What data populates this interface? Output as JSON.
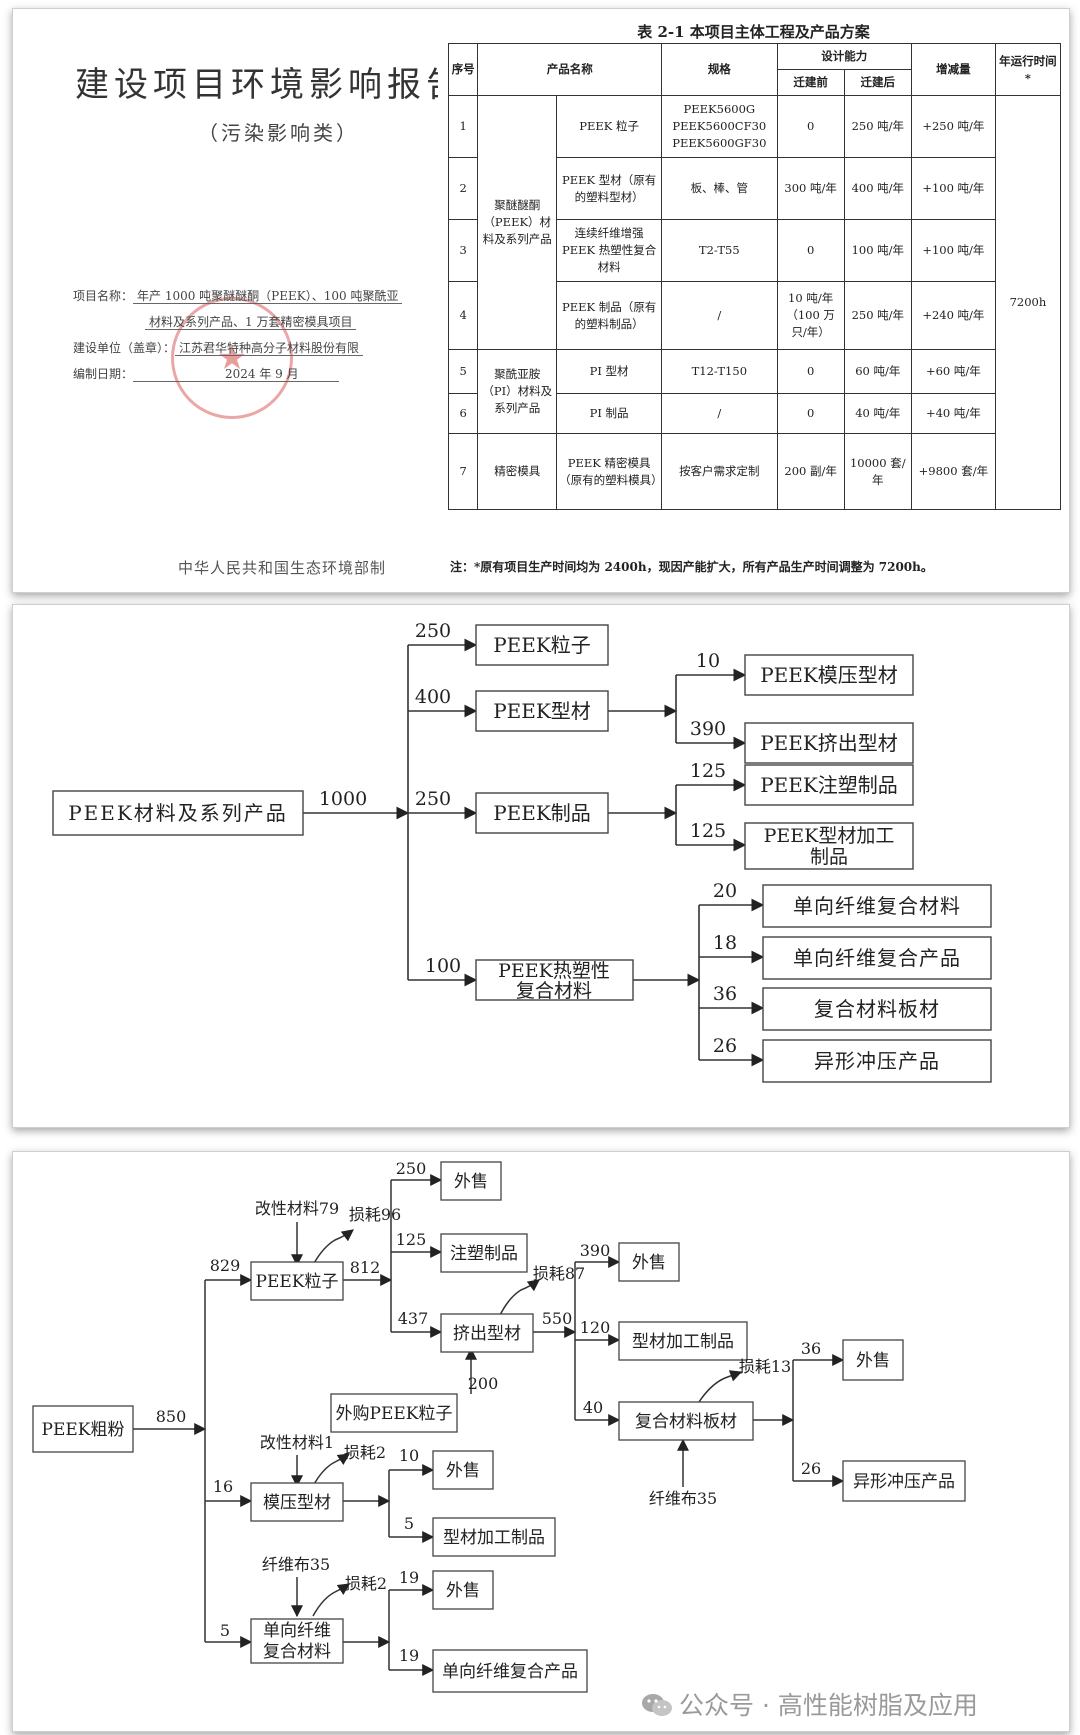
{
  "cover": {
    "title": "建设项目环境影响报告",
    "subtitle": "（污染影响类）",
    "project_name_label": "项目名称：",
    "project_name_line1": "年产 1000 吨聚醚醚酮（PEEK）、100 吨聚酰亚",
    "project_name_line2": "材料及系列产品、1 万套精密模具项目",
    "unit_label": "建设单位（盖章）：",
    "unit_value": "江苏君华特种高分子材料股份有限",
    "date_label": "编制日期：",
    "date_value": "2024 年 9 月",
    "footer": "中华人民共和国生态环境部制"
  },
  "table": {
    "title": "表 2-1   本项目主体工程及产品方案",
    "headers": {
      "no": "序号",
      "name": "产品名称",
      "spec": "规格",
      "capacity": "设计能力",
      "before": "迁建前",
      "after": "迁建后",
      "change": "增减量",
      "hours": "年运行时间*"
    },
    "groups": {
      "peek": "聚醚醚酮（PEEK）材料及系列产品",
      "pi": "聚酰亚胺（PI）材料及系列产品",
      "mold": "精密模具"
    },
    "hours_value": "7200h",
    "rows": [
      {
        "no": "1",
        "product": "PEEK 粒子",
        "spec": "PEEK5600G PEEK5600CF30 PEEK5600GF30",
        "before": "0",
        "after": "250 吨/年",
        "change": "+250 吨/年"
      },
      {
        "no": "2",
        "product": "PEEK 型材（原有的塑料型材）",
        "spec": "板、棒、管",
        "before": "300 吨/年",
        "after": "400 吨/年",
        "change": "+100 吨/年"
      },
      {
        "no": "3",
        "product": "连续纤维增强 PEEK 热塑性复合材料",
        "spec": "T2-T55",
        "before": "0",
        "after": "100 吨/年",
        "change": "+100 吨/年"
      },
      {
        "no": "4",
        "product": "PEEK 制品（原有的塑料制品）",
        "spec": "/",
        "before": "10 吨/年（100 万只/年）",
        "after": "250 吨/年",
        "change": "+240 吨/年"
      },
      {
        "no": "5",
        "product": "PI 型材",
        "spec": "T12-T150",
        "before": "0",
        "after": "60 吨/年",
        "change": "+60 吨/年"
      },
      {
        "no": "6",
        "product": "PI 制品",
        "spec": "/",
        "before": "0",
        "after": "40 吨/年",
        "change": "+40 吨/年"
      },
      {
        "no": "7",
        "product": "PEEK 精密模具（原有的塑料模具）",
        "spec": "按客户需求定制",
        "before": "200 副/年",
        "after": "10000 套/年",
        "change": "+9800 套/年"
      }
    ],
    "note": "注：*原有项目生产时间均为 2400h，现因产能扩大，所有产品生产时间调整为 7200h。"
  },
  "diagram1": {
    "root": "PEEK材料及系列产品",
    "root_value": "1000",
    "level1": [
      {
        "label": "PEEK粒子",
        "value": "250"
      },
      {
        "label": "PEEK型材",
        "value": "400"
      },
      {
        "label": "PEEK制品",
        "value": "250"
      },
      {
        "label": "PEEK热塑性复合材料",
        "value": "100"
      }
    ],
    "profile_children": [
      {
        "label": "PEEK模压型材",
        "value": "10"
      },
      {
        "label": "PEEK挤出型材",
        "value": "390"
      }
    ],
    "product_children": [
      {
        "label": "PEEK注塑制品",
        "value": "125"
      },
      {
        "label": "PEEK型材加工制品",
        "value": "125"
      }
    ],
    "composite_children": [
      {
        "label": "单向纤维复合材料",
        "value": "20"
      },
      {
        "label": "单向纤维复合产品",
        "value": "18"
      },
      {
        "label": "复合材料板材",
        "value": "36"
      },
      {
        "label": "异形冲压产品",
        "value": "26"
      }
    ]
  },
  "diagram2": {
    "nodes": {
      "raw": "PEEK粗粉",
      "pellet": "PEEK粒子",
      "sale": "外售",
      "injection": "注塑制品",
      "extrusion": "挤出型材",
      "bought": "外购PEEK粒子",
      "molded": "模压型材",
      "ud": "单向纤维复合材料",
      "profile_product": "型材加工制品",
      "panel": "复合材料板材",
      "stamped": "异形冲压产品",
      "ud_product": "单向纤维复合产品"
    },
    "inputs": {
      "mod79": "改性材料79",
      "mod1": "改性材料1",
      "fiber35a": "纤维布35",
      "fiber35b": "纤维布35"
    },
    "losses": {
      "l96": "损耗96",
      "l87": "损耗87",
      "l2a": "损耗2",
      "l2b": "损耗2",
      "l13": "损耗13"
    },
    "values": {
      "v850": "850",
      "v829": "829",
      "v812": "812",
      "v250": "250",
      "v125": "125",
      "v437": "437",
      "v200": "200",
      "v550": "550",
      "v390": "390",
      "v120": "120",
      "v40": "40",
      "v36": "36",
      "v26": "26",
      "v16": "16",
      "v10": "10",
      "v5a": "5",
      "v5b": "5",
      "v19a": "19",
      "v19b": "19"
    }
  },
  "watermark": "公众号 · 高性能树脂及应用"
}
